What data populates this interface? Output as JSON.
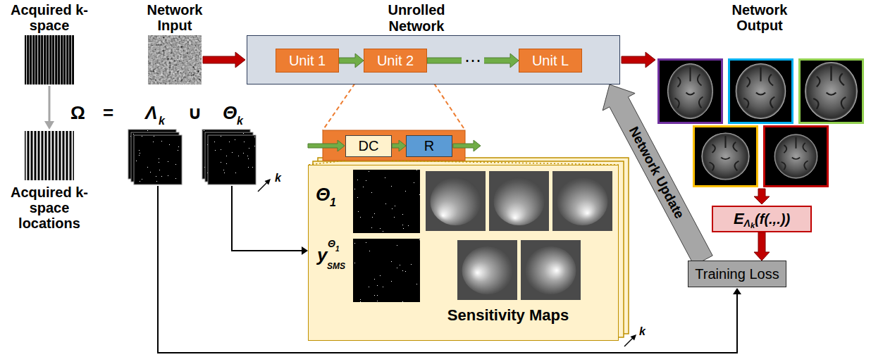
{
  "diagram": {
    "nodes": [
      {
        "text": [
          "Unrolled Network"
        ]
      },
      {
        "text": [
          "Unit 1"
        ],
        "in": 0
      },
      {
        "text": [
          "Unit 2"
        ],
        "in": 0
      },
      {
        "text": [
          "Unit L"
        ],
        "in": 0
      },
      {
        "text": [
          "DC"
        ]
      },
      {
        "text": [
          "R"
        ]
      },
      {
        "text": [
          "Sensitivity Maps"
        ]
      },
      {
        "text": [
          "E",
          "Λ",
          "k",
          "(f(.,.))"
        ]
      },
      {
        "text": [
          "Training Loss"
        ]
      }
    ],
    "edges": [
      {
        "from": 1,
        "to": 2,
        "arrow": "to"
      },
      {
        "from": 2,
        "to": 3,
        "label": "⋯",
        "arrow": "to"
      },
      {
        "from": 4,
        "to": 5,
        "arrow": "to"
      },
      {
        "from": 7,
        "to": 8,
        "arrow": "to"
      },
      {
        "from": 8,
        "to": 0,
        "label": "Network Update",
        "arrow": "to"
      }
    ],
    "labels": [
      "Acquired k-space",
      "Network Input",
      "Network Output",
      "Ω",
      "=",
      "Λ",
      "k",
      "∪",
      "Θ",
      "k",
      "k",
      "Acquired k-space locations",
      "Θ",
      "1",
      "y",
      "Θ",
      "1",
      "SMS",
      "k"
    ]
  }
}
